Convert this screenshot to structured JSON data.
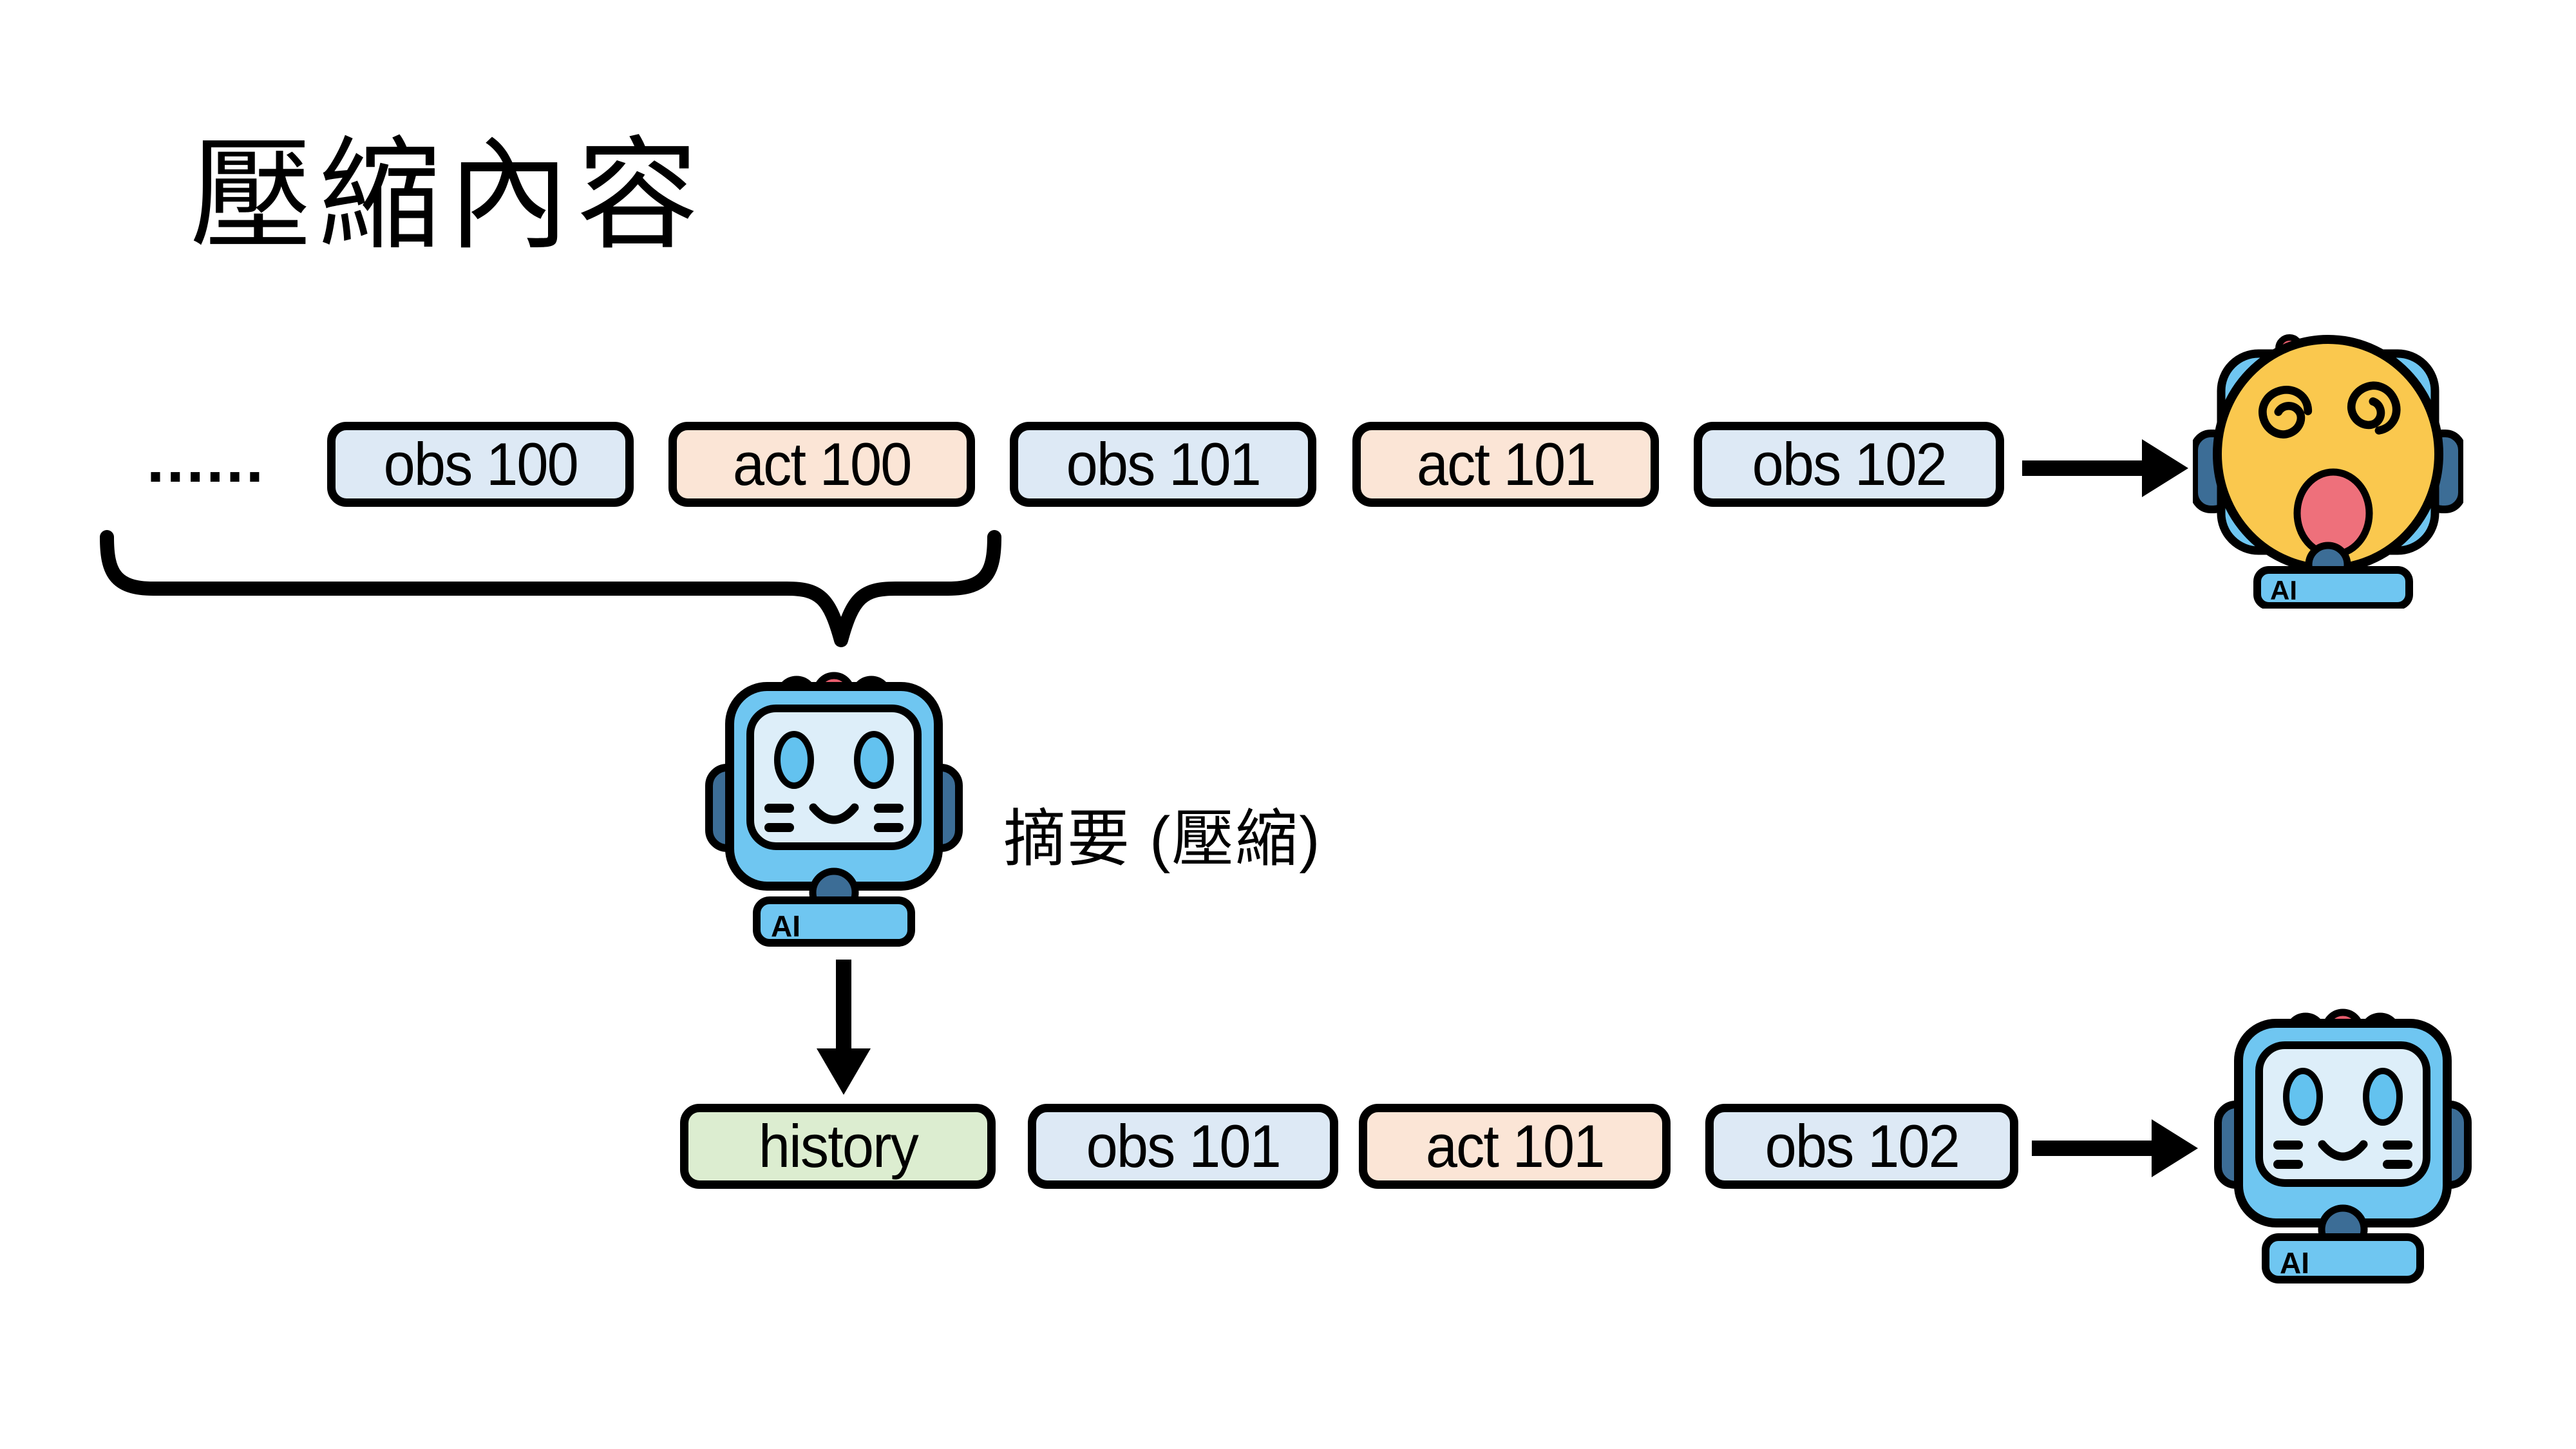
{
  "title": "壓縮內容",
  "ellipsis": "......",
  "top_row": {
    "boxes": [
      {
        "label": "obs 100",
        "type": "obs"
      },
      {
        "label": "act 100",
        "type": "act"
      },
      {
        "label": "obs 101",
        "type": "obs"
      },
      {
        "label": "act 101",
        "type": "act"
      },
      {
        "label": "obs 102",
        "type": "obs"
      }
    ],
    "agent": {
      "chest_label": "AI"
    }
  },
  "summarizer": {
    "label": "摘要 (壓縮)",
    "agent": {
      "chest_label": "AI"
    }
  },
  "bottom_row": {
    "boxes": [
      {
        "label": "history",
        "type": "history"
      },
      {
        "label": "obs 101",
        "type": "obs"
      },
      {
        "label": "act 101",
        "type": "act"
      },
      {
        "label": "obs 102",
        "type": "obs"
      }
    ],
    "agent": {
      "chest_label": "AI"
    }
  },
  "colors": {
    "outline": "#000000",
    "box_blue": "#dde9f5",
    "box_orange": "#fbe5d6",
    "box_green": "#dcedd0",
    "robot_head_blue": "#6fc6f1",
    "robot_screen_blue": "#ddeef9",
    "robot_dark_blue": "#3c6d96",
    "robot_crest_red": "#e85d6d",
    "robot_eye_blue": "#63c2ef",
    "dizzy_face_yellow": "#fac84e",
    "dizzy_mouth_pink": "#ee707b"
  }
}
